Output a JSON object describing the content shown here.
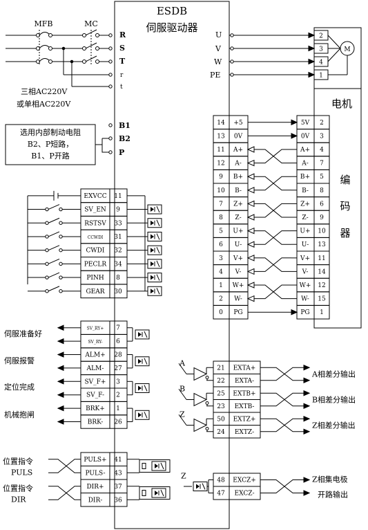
{
  "driver": {
    "title": "ESDB",
    "subtitle": "伺服驱动器"
  },
  "power": {
    "mfb": "MFB",
    "mc": "MC",
    "terminals": [
      "R",
      "S",
      "T",
      "r",
      "t"
    ],
    "note_line1": "三相AC220V",
    "note_line2": "或单相AC220V"
  },
  "brake": {
    "terminals": [
      "B1",
      "B2",
      "P"
    ],
    "note_line1": "选用内部制动电阻",
    "note_line2": "B2、P短路，",
    "note_line3": "B1、P开路"
  },
  "motor": {
    "label": "电机",
    "symbol": "M",
    "terminals": [
      "U",
      "V",
      "W",
      "PE"
    ],
    "pins": [
      "2",
      "3",
      "4",
      "1"
    ]
  },
  "encoder": {
    "label_chars": [
      "编",
      "码",
      "器"
    ],
    "rows": [
      {
        "num": "14",
        "sig": "+5",
        "msig": "5V",
        "mnum": "2"
      },
      {
        "num": "13",
        "sig": "0V",
        "msig": "0V",
        "mnum": "3"
      },
      {
        "num": "11",
        "sig": "A+",
        "msig": "A+",
        "mnum": "4"
      },
      {
        "num": "12",
        "sig": "A-",
        "msig": "A-",
        "mnum": "7"
      },
      {
        "num": "9",
        "sig": "B+",
        "msig": "B+",
        "mnum": "5"
      },
      {
        "num": "10",
        "sig": "B-",
        "msig": "B-",
        "mnum": "8"
      },
      {
        "num": "7",
        "sig": "Z+",
        "msig": "Z+",
        "mnum": "6"
      },
      {
        "num": "8",
        "sig": "Z-",
        "msig": "Z-",
        "mnum": "9"
      },
      {
        "num": "5",
        "sig": "U+",
        "msig": "U+",
        "mnum": "10"
      },
      {
        "num": "6",
        "sig": "U-",
        "msig": "U-",
        "mnum": "13"
      },
      {
        "num": "3",
        "sig": "V+",
        "msig": "V+",
        "mnum": "11"
      },
      {
        "num": "4",
        "sig": "V-",
        "msig": "V-",
        "mnum": "14"
      },
      {
        "num": "1",
        "sig": "W+",
        "msig": "W+",
        "mnum": "12"
      },
      {
        "num": "2",
        "sig": "W-",
        "msig": "W-",
        "mnum": "15"
      },
      {
        "num": "0",
        "sig": "PG",
        "msig": "PG",
        "mnum": "1"
      }
    ]
  },
  "inputs": [
    {
      "sig": "EXVCC",
      "num": "11"
    },
    {
      "sig": "SV_EN",
      "num": "9"
    },
    {
      "sig": "RSTSV",
      "num": "33"
    },
    {
      "sig": "CCWDI",
      "num": "31"
    },
    {
      "sig": "CWDI",
      "num": "32"
    },
    {
      "sig": "PECLR",
      "num": "34"
    },
    {
      "sig": "PINH",
      "num": "8"
    },
    {
      "sig": "GEAR",
      "num": "30"
    }
  ],
  "outputs": [
    {
      "sig": "SV_RY+",
      "num": "7"
    },
    {
      "sig": "SV_RY-",
      "num": "6"
    },
    {
      "sig": "ALM+",
      "num": "28"
    },
    {
      "sig": "ALM-",
      "num": "27"
    },
    {
      "sig": "SV_F+",
      "num": "3"
    },
    {
      "sig": "SV_F-",
      "num": "2"
    },
    {
      "sig": "BRK+",
      "num": "1"
    },
    {
      "sig": "BRK-",
      "num": "26"
    }
  ],
  "output_labels": [
    "伺服准备好",
    "伺服报警",
    "定位完成",
    "机械抱闸"
  ],
  "pulse_inputs": [
    {
      "sig": "PULS+",
      "num": "41"
    },
    {
      "sig": "PULS-",
      "num": "43"
    },
    {
      "sig": "DIR+",
      "num": "37"
    },
    {
      "sig": "DIR-",
      "num": "36"
    }
  ],
  "pulse_labels": [
    {
      "line1": "位置指令",
      "line2": "PULS"
    },
    {
      "line1": "位置指令",
      "line2": "DIR"
    }
  ],
  "diff_outputs": [
    {
      "num": "21",
      "sig": "EXTA+"
    },
    {
      "num": "22",
      "sig": "EXTA-"
    },
    {
      "num": "25",
      "sig": "EXTB+"
    },
    {
      "num": "23",
      "sig": "EXTB-"
    },
    {
      "num": "50",
      "sig": "EXTZ+"
    },
    {
      "num": "24",
      "sig": "EXTZ-"
    }
  ],
  "diff_letters": [
    "A",
    "B",
    "Z"
  ],
  "diff_labels": [
    "A相差分输出",
    "B相差分输出",
    "Z相差分输出"
  ],
  "oc_output": {
    "letter": "Z",
    "rows": [
      {
        "num": "48",
        "sig": "EXCZ+"
      },
      {
        "num": "47",
        "sig": "EXCZ-"
      }
    ],
    "label_line1": "Z相集电极",
    "label_line2": "开路输出"
  }
}
